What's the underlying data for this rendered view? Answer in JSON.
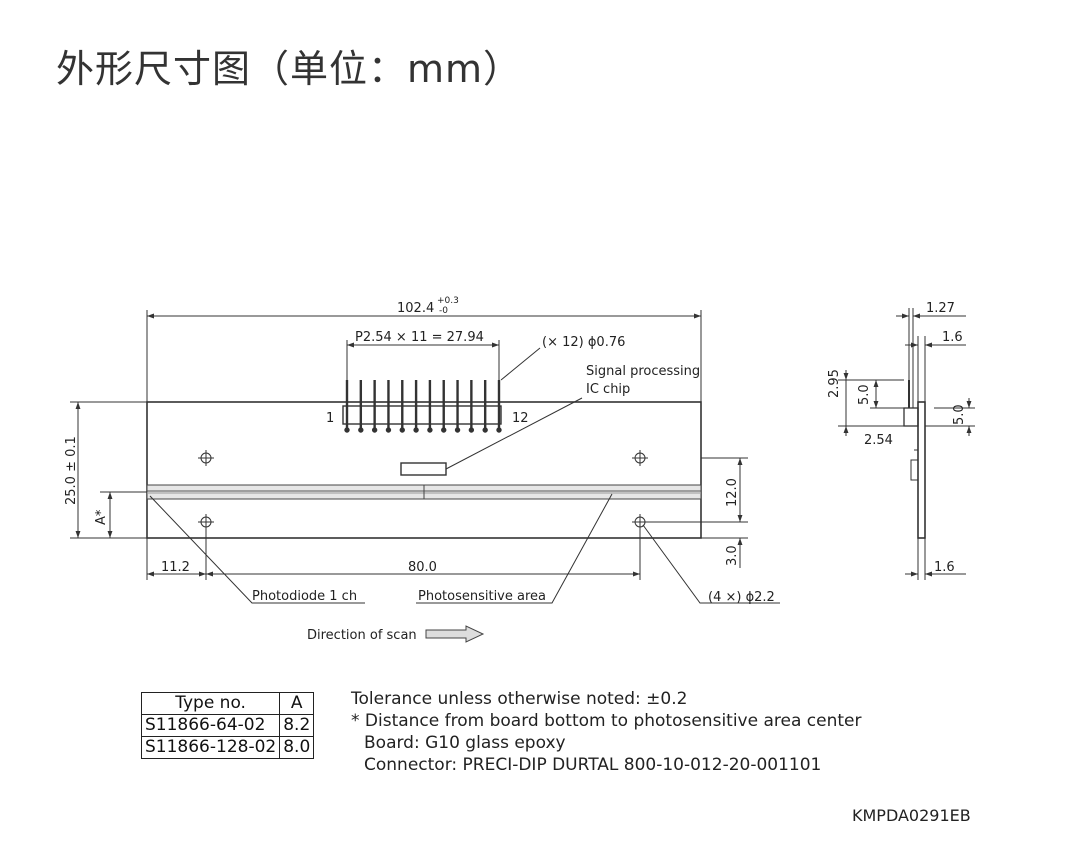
{
  "title": "外形尺寸图（单位：mm）",
  "drawing": {
    "dim_overall_length": "102.4",
    "dim_overall_length_tol_plus": "+0.3",
    "dim_overall_length_tol_minus": "-0",
    "dim_pin_pitch": "P2.54 × 11 = 27.94",
    "dim_pin_diameter": "(× 12) ϕ0.76",
    "label_ic_chip_line1": "Signal processing",
    "label_ic_chip_line2": "IC chip",
    "pin_first": "1",
    "pin_last": "12",
    "dim_height": "25.0 ± 0.1",
    "dim_a": "A*",
    "dim_12": "12.0",
    "dim_3": "3.0",
    "dim_11_2": "11.2",
    "dim_80": "80.0",
    "label_photodiode": "Photodiode 1 ch",
    "label_photosensitive": "Photosensitive area",
    "dim_hole": "(4 ×) ϕ2.2",
    "label_scan": "Direction of scan",
    "side_dim_1_27": "1.27",
    "side_dim_1_6_top": "1.6",
    "side_dim_2_95": "2.95",
    "side_dim_5_0_left": "5.0",
    "side_dim_5_0_right": "5.0",
    "side_dim_2_54": "2.54",
    "side_dim_1_6_bottom": "1.6"
  },
  "type_table": {
    "headers": [
      "Type no.",
      "A"
    ],
    "rows": [
      [
        "S11866-64-02",
        "8.2"
      ],
      [
        "S11866-128-02",
        "8.0"
      ]
    ]
  },
  "notes": [
    "Tolerance unless otherwise noted: ±0.2",
    "* Distance from board bottom to photosensitive area center",
    "  Board: G10 glass epoxy",
    "  Connector: PRECI-DIP DURTAL 800-10-012-20-001101"
  ],
  "drawing_code": "KMPDA0291EB"
}
